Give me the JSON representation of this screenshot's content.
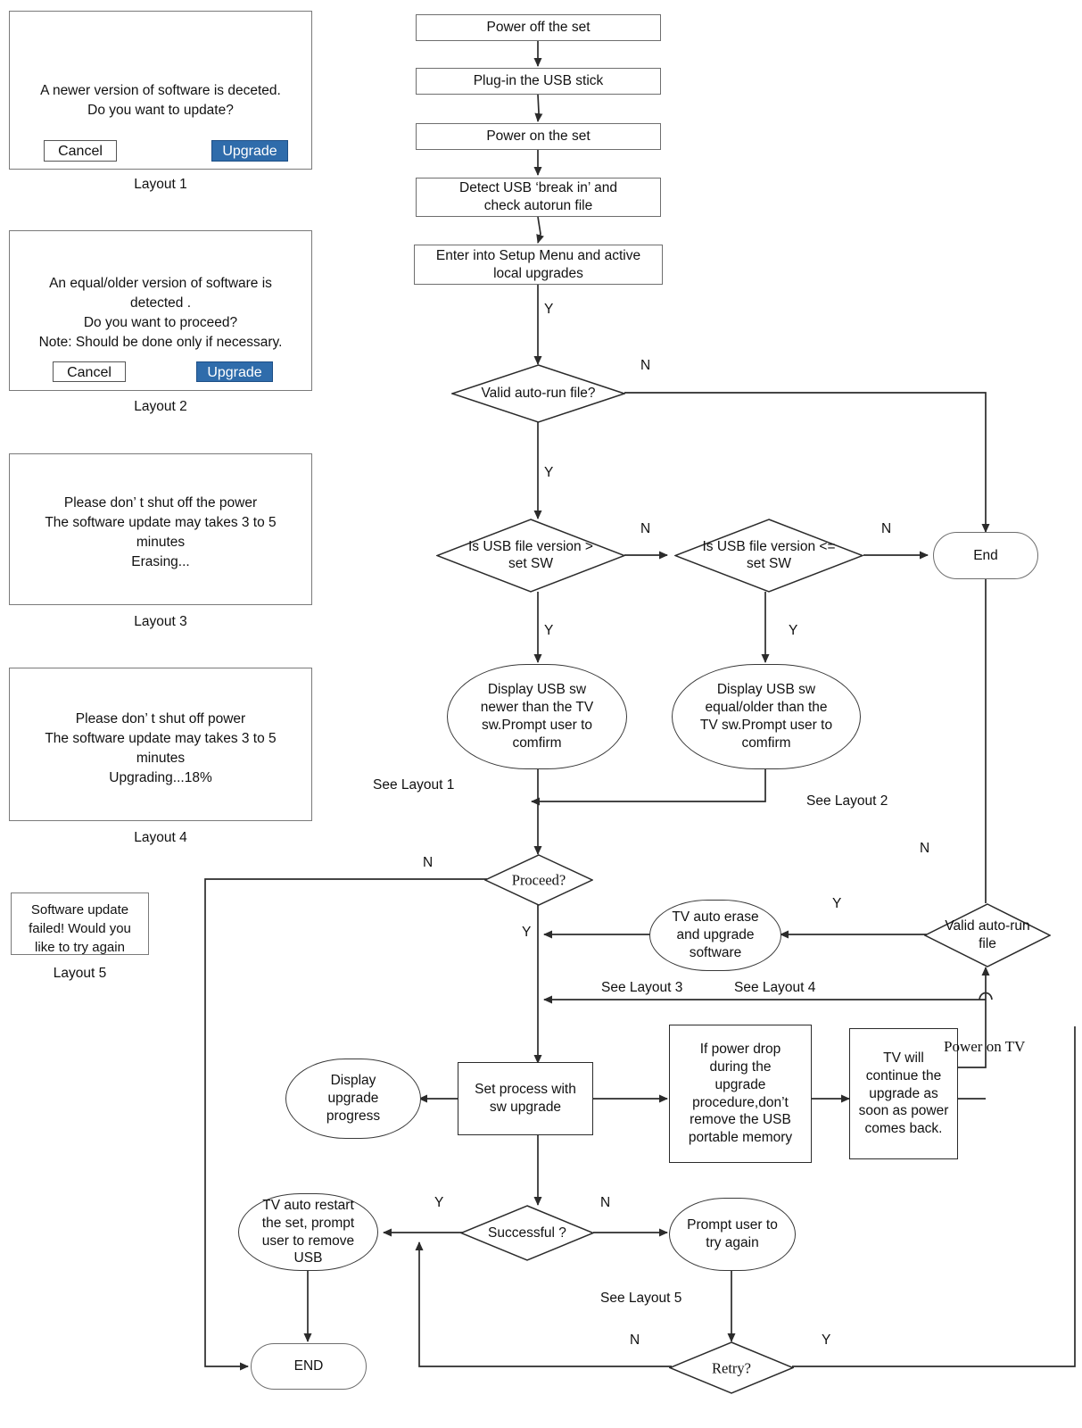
{
  "diagram": {
    "title": "USB Software Upgrade Flowchart",
    "colors": {
      "line": "#3a3a3a",
      "box_border": "#6e6e6e",
      "upgrade_button_bg": "#2f6cab",
      "upgrade_button_text": "#ffffff",
      "background": "#ffffff"
    }
  },
  "layouts": [
    {
      "id": "layout1",
      "caption": "Layout 1",
      "lines": [
        "A newer version of software is deceted.",
        "Do you want to update?"
      ],
      "buttons": {
        "cancel": "Cancel",
        "upgrade": "Upgrade"
      }
    },
    {
      "id": "layout2",
      "caption": "Layout 2",
      "lines": [
        "An equal/older version of software is",
        "detected .",
        "Do you want to proceed?",
        "Note: Should be done only if necessary."
      ],
      "buttons": {
        "cancel": "Cancel",
        "upgrade": "Upgrade"
      }
    },
    {
      "id": "layout3",
      "caption": "Layout 3",
      "lines": [
        "Please don’ t shut off the power",
        "The software update may takes 3 to 5",
        "minutes",
        "Erasing..."
      ]
    },
    {
      "id": "layout4",
      "caption": "Layout 4",
      "lines": [
        "Please don’ t shut off power",
        "The software update may takes 3 to 5",
        "minutes",
        "Upgrading...18%"
      ]
    },
    {
      "id": "layout5",
      "caption": "Layout 5",
      "lines": [
        "Software update",
        "failed! Would you",
        "like to try again"
      ]
    }
  ],
  "flow": {
    "nodes": {
      "power_off": "Power off the set",
      "plug_in": "Plug-in the USB stick",
      "power_on": "Power on the set",
      "detect_usb": "Detect USB  ‘break in’ and\ncheck autorun file",
      "setup_menu": "Enter into Setup Menu and active\nlocal upgrades",
      "valid_autorun_1": "Valid auto-run file?",
      "usb_newer": "Is USB file version >\nset SW",
      "usb_equal_older": "Is USB file version <=\nset SW",
      "end_top": "End",
      "display_newer": "Display USB sw\nnewer than the TV\nsw.Prompt user to\ncomfirm",
      "display_equal_older": "Display USB sw\nequal/older than the\nTV sw.Prompt user to\ncomfirm",
      "proceed": "Proceed?",
      "tv_auto_erase": "TV auto erase\nand upgrade\nsoftware",
      "valid_autorun_2": "Valid auto-run\nfile",
      "display_progress": "Display\nupgrade\nprogress",
      "set_process": "Set process with\nsw upgrade",
      "power_drop_note": "If power drop\nduring the\nupgrade\nprocedure,don’t\nremove the USB\nportable memory",
      "tv_continue_note": "TV will\ncontinue the\nupgrade as\nsoon as power\ncomes back.",
      "tv_restart": "TV auto restart\nthe set, prompt\nuser to remove\nUSB",
      "successful": "Successful ?",
      "prompt_try_again": "Prompt user to\ntry again",
      "end_bottom": "END",
      "retry": "Retry?"
    },
    "edge_labels": {
      "y_after_setup": "Y",
      "n_valid_autorun_1": "N",
      "y_valid_autorun_1": "Y",
      "n_usb_newer": "N",
      "n_usb_equal_older": "N",
      "y_usb_newer": "Y",
      "y_usb_equal_older": "Y",
      "n_proceed": "N",
      "y_proceed": "Y",
      "y_valid_autorun_2": "Y",
      "n_valid_autorun_2": "N",
      "y_successful": "Y",
      "n_successful": "N",
      "n_retry": "N",
      "y_retry": "Y"
    },
    "notes": {
      "see_layout_1": "See Layout 1",
      "see_layout_2": "See Layout 2",
      "see_layout_3": "See Layout 3",
      "see_layout_4": "See Layout 4",
      "see_layout_5": "See Layout 5",
      "power_on_tv": "Power on TV"
    }
  }
}
